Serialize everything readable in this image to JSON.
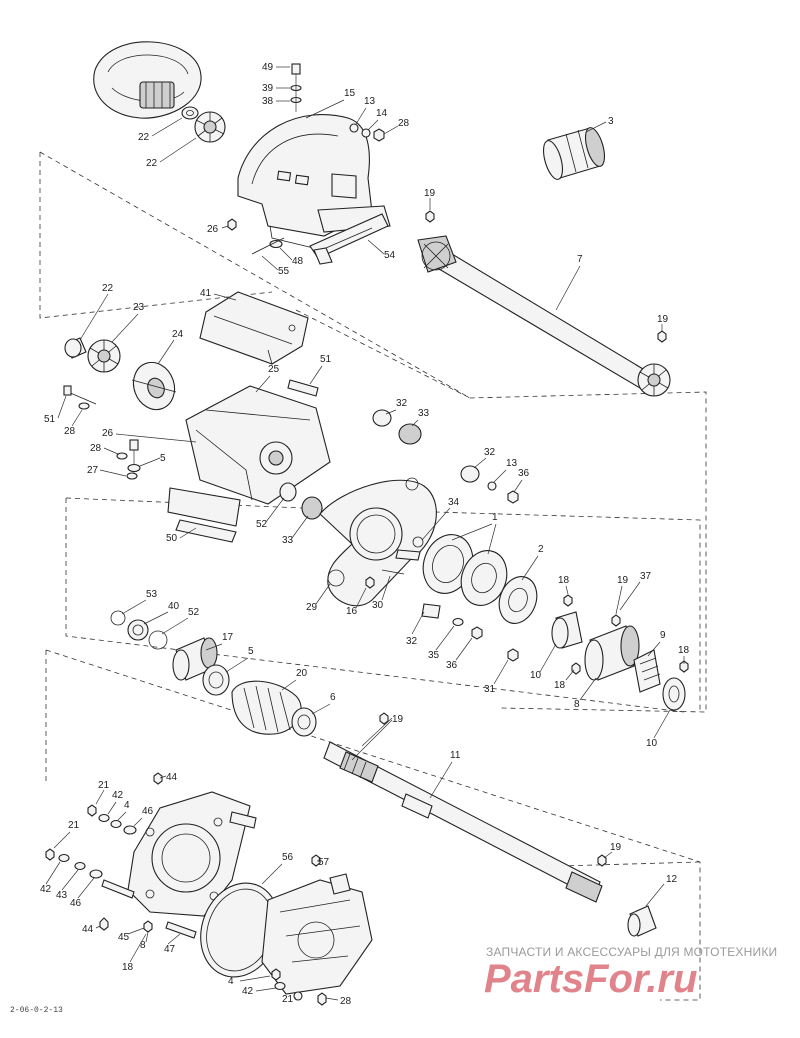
{
  "watermark": {
    "caption": "ЗАПЧАСТИ И АКСЕССУАРЫ ДЛЯ МОТОТЕХНИКИ",
    "logo": "PartsFor.ru",
    "accent": "#c81e2b"
  },
  "drawing_code": "2-06-0-2-13",
  "callouts": [
    "49",
    "39",
    "38",
    "15",
    "13",
    "14",
    "28",
    "3",
    "22",
    "22",
    "19",
    "26",
    "48",
    "55",
    "54",
    "7",
    "22",
    "23",
    "41",
    "24",
    "19",
    "25",
    "51",
    "51",
    "28",
    "32",
    "33",
    "26",
    "28",
    "5",
    "27",
    "32",
    "13",
    "36",
    "34",
    "1",
    "52",
    "33",
    "50",
    "2",
    "29",
    "16",
    "30",
    "19",
    "37",
    "18",
    "53",
    "40",
    "52",
    "17",
    "32",
    "35",
    "36",
    "31",
    "9",
    "5",
    "20",
    "10",
    "18",
    "18",
    "8",
    "10",
    "6",
    "19",
    "11",
    "44",
    "21",
    "42",
    "4",
    "46",
    "21",
    "42",
    "43",
    "46",
    "19",
    "56",
    "57",
    "12",
    "44",
    "45",
    "8",
    "47",
    "18",
    "4",
    "42",
    "21",
    "28"
  ]
}
